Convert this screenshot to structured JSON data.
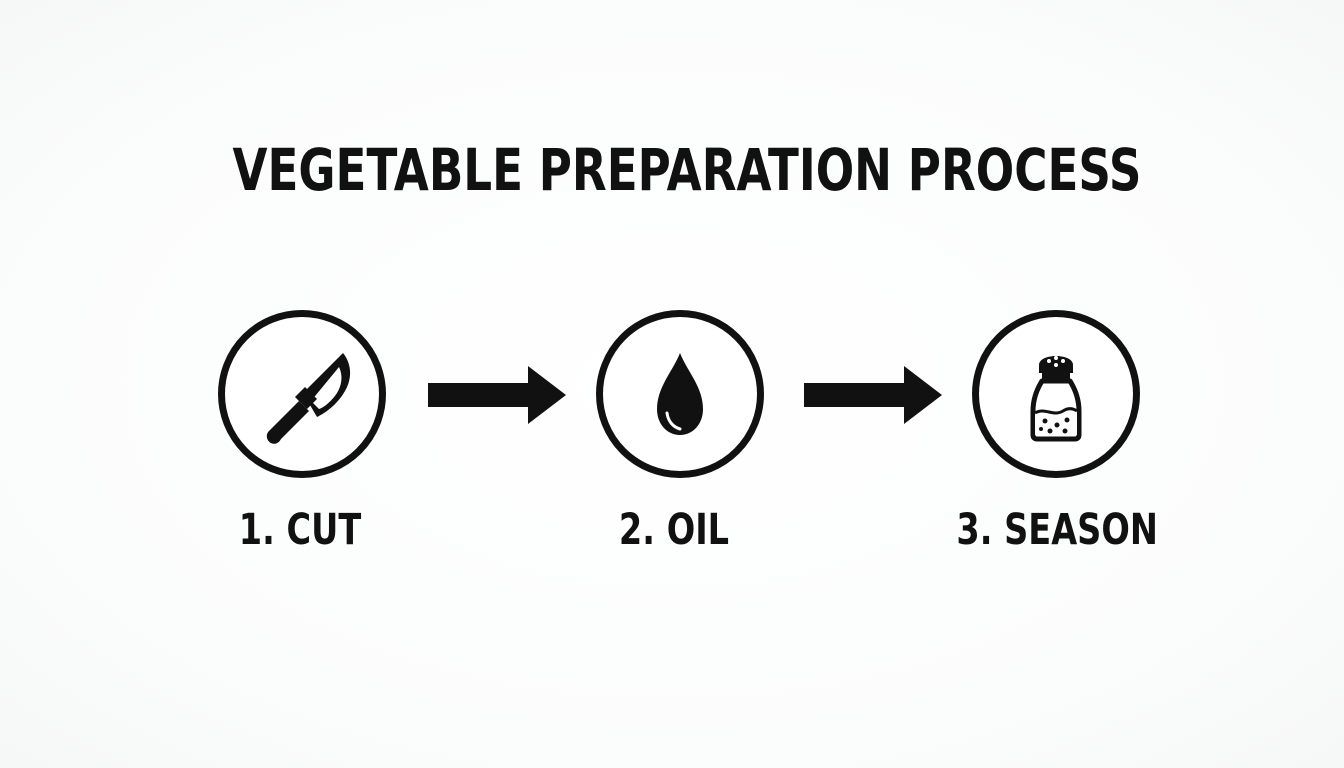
{
  "diagram": {
    "title": "VEGETABLE PREPARATION PROCESS",
    "steps": [
      {
        "label": "1. CUT",
        "icon": "knife-icon"
      },
      {
        "label": "2. OIL",
        "icon": "oil-drop-icon"
      },
      {
        "label": "3. SEASON",
        "icon": "salt-shaker-icon"
      }
    ],
    "colors": {
      "ink": "#111111",
      "background": "#fbfcfc"
    }
  }
}
